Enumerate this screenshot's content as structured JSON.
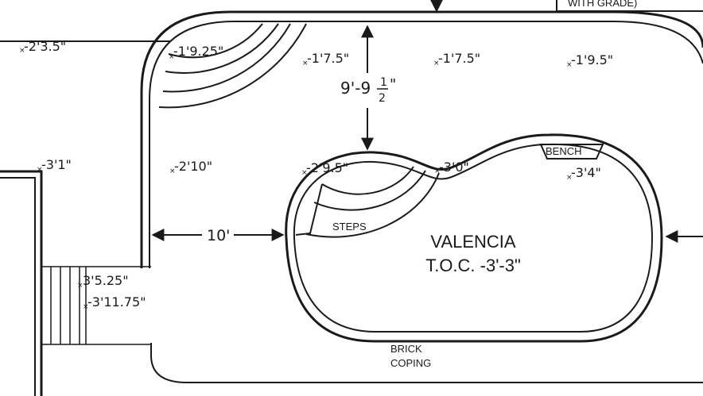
{
  "plan": {
    "title": "VALENCIA",
    "subtitle": "T.O.C. -3'-3\"",
    "notes": {
      "top_right": "WITH GRADE)",
      "steps": "STEPS",
      "bench": "BENCH",
      "coping_line1": "BRICK",
      "coping_line2": "COPING"
    },
    "dimensions": {
      "deck_width": "9'-9",
      "deck_width_fraction_num": "1",
      "deck_width_fraction_den": "2",
      "deck_width_inch": "\"",
      "side_setback": "10'"
    },
    "elevations": {
      "e1": "-2'3.5\"",
      "e2": "-1'9.25\"",
      "e3": "-1'7.5\"",
      "e4": "-1'7.5\"",
      "e5": "-1'9.5\"",
      "e6": "-3'1\"",
      "e7": "-2'10\"",
      "e8": "-2'9.5\"",
      "e9": "-3'0\"",
      "e10": "-3'4\"",
      "e11": "3'5.25\"",
      "e12": "-3'11.75\""
    },
    "colors": {
      "ink": "#1a1a1a",
      "paper": "#ffffff"
    }
  }
}
